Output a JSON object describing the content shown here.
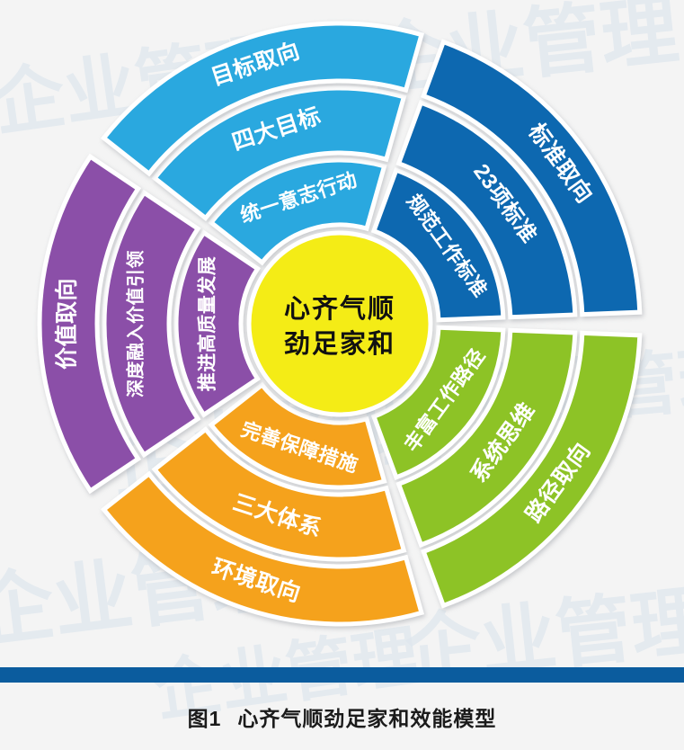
{
  "page": {
    "background_color": "#f4f4f4",
    "divider_color": "#0b5c9e",
    "watermark_text": "企业管理"
  },
  "caption": {
    "figure_number": "图1",
    "title": "心齐气顺劲足家和效能模型"
  },
  "hub": {
    "color": "#f4ec13",
    "line1": "心齐气顺",
    "line2": "劲足家和"
  },
  "chart_data": {
    "type": "pie",
    "title": "心齐气顺劲足家和效能模型",
    "layout": "5-sector sunburst, 3 concentric rings per sector, central hub",
    "center_label": "心齐气顺劲足家和",
    "ring_names": [
      "inner",
      "middle",
      "outer"
    ],
    "sectors": [
      {
        "name": "目标取向",
        "color": "#29a8df",
        "start_angle": -54,
        "end_angle": 18,
        "rings": [
          "统一意志行动",
          "四大目标",
          "目标取向"
        ]
      },
      {
        "name": "标准取向",
        "color": "#1068b0",
        "start_angle": 18,
        "end_angle": 90,
        "rings": [
          "规范工作标准",
          "23项标准",
          "标准取向"
        ]
      },
      {
        "name": "路径取向",
        "color": "#8dc327",
        "start_angle": 90,
        "end_angle": 162,
        "rings": [
          "丰富工作路径",
          "系统思维",
          "路径取向"
        ]
      },
      {
        "name": "环境取向",
        "color": "#f5a21b",
        "start_angle": 162,
        "end_angle": 234,
        "rings": [
          "完善保障措施",
          "三大体系",
          "环境取向"
        ]
      },
      {
        "name": "价值取向",
        "color": "#8b4fa8",
        "start_angle": 234,
        "end_angle": 306,
        "rings": [
          "推进高质量发展",
          "深度融入价值引领",
          "价值取向"
        ]
      }
    ]
  }
}
